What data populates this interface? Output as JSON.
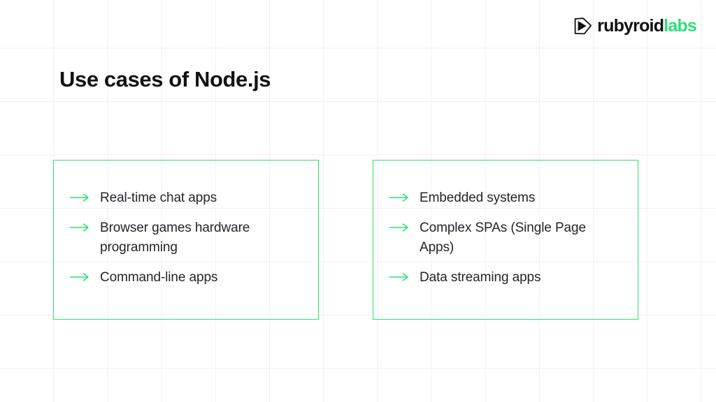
{
  "slide": {
    "background_color": "#ffffff",
    "grid_line_color": "#f0f0f0",
    "accent_color": "#2ee07a",
    "text_color": "#23252b"
  },
  "logo": {
    "mark_name": "rubyroid-labs-mark",
    "name_part_1": "rubyroid",
    "name_part_2": "labs",
    "part_1_color": "#111111",
    "part_2_color": "#2ee07a"
  },
  "header": {
    "title": "Use cases of Node.js"
  },
  "main": {
    "columns": [
      {
        "items": [
          {
            "marker": "long-right-arrow-icon",
            "label": "Real-time chat apps"
          },
          {
            "marker": "long-right-arrow-icon",
            "label": "Browser games hardware programming"
          },
          {
            "marker": "long-right-arrow-icon",
            "label": "Command-line apps"
          }
        ]
      },
      {
        "items": [
          {
            "marker": "long-right-arrow-icon",
            "label": "Embedded systems"
          },
          {
            "marker": "long-right-arrow-icon",
            "label": "Complex SPAs (Single Page Apps)"
          },
          {
            "marker": "long-right-arrow-icon",
            "label": "Data streaming apps"
          }
        ]
      }
    ]
  }
}
